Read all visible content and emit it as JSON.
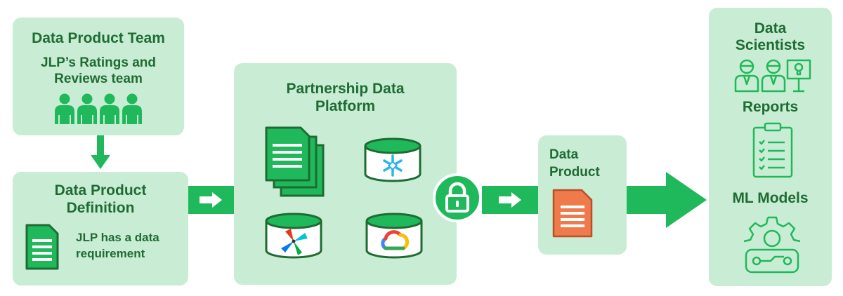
{
  "team": {
    "title": "Data Product Team",
    "subtitle_line1": "JLP’s Ratings and",
    "subtitle_line2": "Reviews team",
    "icon": "people-group-icon"
  },
  "definition": {
    "title_line1": "Data Product",
    "title_line2": "Definition",
    "text_line1": "JLP has a data",
    "text_line2": "requirement",
    "icon": "document-icon"
  },
  "platform": {
    "title_line1": "Partnership Data",
    "title_line2": "Platform",
    "icons": [
      "document-stack-icon",
      "snowflake-database-icon",
      "airflow-database-icon",
      "google-cloud-database-icon"
    ]
  },
  "product": {
    "title_line1": "Data",
    "title_line2": "Product",
    "icon": "orange-document-icon"
  },
  "consumers": {
    "scientists_line1": "Data",
    "scientists_line2": "Scientists",
    "reports": "Reports",
    "ml_models": "ML Models",
    "icons": [
      "data-scientists-icon",
      "clipboard-report-icon",
      "gear-circuit-icon"
    ]
  },
  "connectors": [
    "down-arrow",
    "right-arrow",
    "lock-icon",
    "right-arrow",
    "big-right-arrow"
  ],
  "colors": {
    "box_fill": "#c9edd4",
    "text": "#1f6b34",
    "accent_green": "#1fb85a",
    "dark_green": "#1f6b34",
    "orange": "#ef7a4b"
  }
}
